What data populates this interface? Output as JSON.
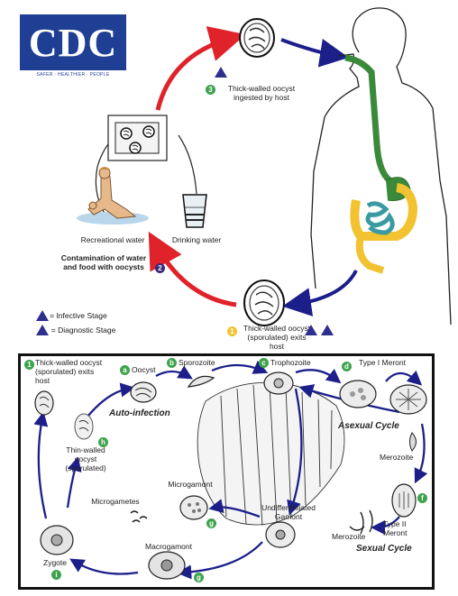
{
  "logo": {
    "text": "CDC",
    "tagline": "SAFER · HEALTHIER · PEOPLE"
  },
  "top": {
    "stage3": {
      "num": "3",
      "text": "Thick-walled oocyst ingested by host"
    },
    "recreational": "Recreational water",
    "drinking": "Drinking water",
    "stage2": {
      "num": "2",
      "text": "Contamination of water and food with oocysts"
    },
    "stage1": {
      "num": "1",
      "text": "Thick-walled oocyst (sporulated) exits host"
    },
    "legend": {
      "infective_sym": "i",
      "infective": "= Infective Stage",
      "diagnostic_sym": "d",
      "diagnostic": "= Diagnostic Stage"
    }
  },
  "bottom": {
    "l1": {
      "num": "1",
      "text": "Thick-walled oocyst (sporulated) exits host"
    },
    "l2": {
      "num": "a",
      "text": "Oocyst"
    },
    "l3": {
      "num": "b",
      "text": "Sporozoite"
    },
    "l4": {
      "num": "c",
      "text": "Trophozoite"
    },
    "l5": {
      "num": "d",
      "text": "Type I Meront"
    },
    "asexual": "Asexual Cycle",
    "merozoite": "Merozoite",
    "l6": {
      "num": "f",
      "text": "Type II Meront"
    },
    "merozoite2": "Merozoite",
    "sexual": "Sexual Cycle",
    "autoinfection": "Auto-infection",
    "thin_walled": {
      "num": "h",
      "text": "Thin-walled oocyst (sporulated)"
    },
    "microgamont": {
      "num": "g",
      "text": "Microgamont"
    },
    "microgametes": "Microgametes",
    "undiff": "Undifferentiated Gamont",
    "macrogamont": {
      "num": "g",
      "text": "Macrogamont"
    },
    "zygote": {
      "num": "i",
      "text": "Zygote"
    }
  },
  "colors": {
    "cdc_blue": "#1f3f95",
    "red_arrow": "#e0222a",
    "navy_arrow": "#1c1f8a",
    "gi_green": "#3a8a3a",
    "gi_yellow": "#f2c230",
    "gi_teal": "#3a9aa0",
    "badge_green": "#3fa34d",
    "badge_purple": "#3a2b7a",
    "badge_yellow": "#f2c230"
  }
}
